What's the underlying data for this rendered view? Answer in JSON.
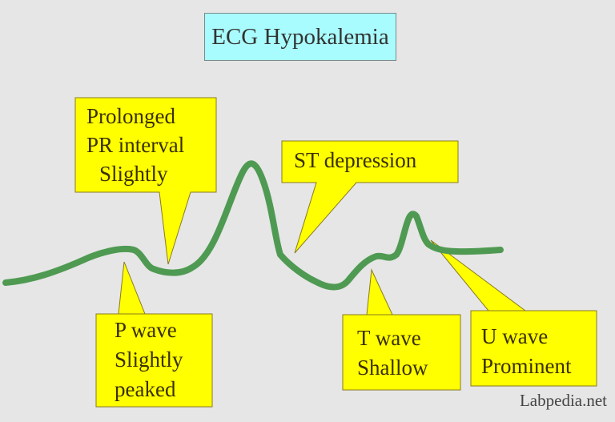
{
  "title": "ECG Hypokalemia",
  "callouts": {
    "pr": {
      "line1": "Prolonged",
      "line2": "PR interval",
      "line3": "Slightly"
    },
    "st": {
      "line1": "ST depression"
    },
    "p": {
      "line1": "P wave",
      "line2": "Slightly",
      "line3": "peaked"
    },
    "t": {
      "line1": "T wave",
      "line2": "Shallow"
    },
    "u": {
      "line1": "U wave",
      "line2": "Prominent"
    }
  },
  "colors": {
    "trace": "#4f9a52",
    "callout_fill": "#ffff00",
    "callout_border": "#8a7a20",
    "title_fill": "#a9fcfd",
    "background": "#e6e6e6"
  },
  "watermark": "Labpedia.net"
}
